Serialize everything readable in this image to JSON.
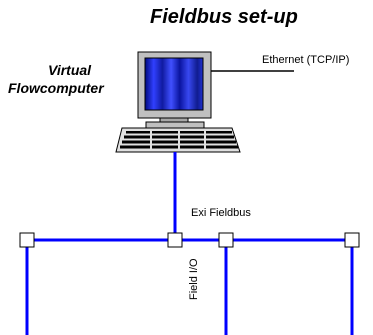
{
  "title": "Fieldbus set-up",
  "computer": {
    "label_line1": "Virtual",
    "label_line2": "Flowcomputer"
  },
  "links": {
    "ethernet": "Ethernet (TCP/IP)",
    "fieldbus": "Exi Fieldbus",
    "field_io": "Field I/O"
  },
  "colors": {
    "bus": "#0000ff",
    "screen_blue": "#1a2bd0",
    "case_gray": "#c0c0c0"
  },
  "icons": [
    "computer-monitor-icon",
    "keyboard-icon",
    "fieldbus-node-icon"
  ]
}
